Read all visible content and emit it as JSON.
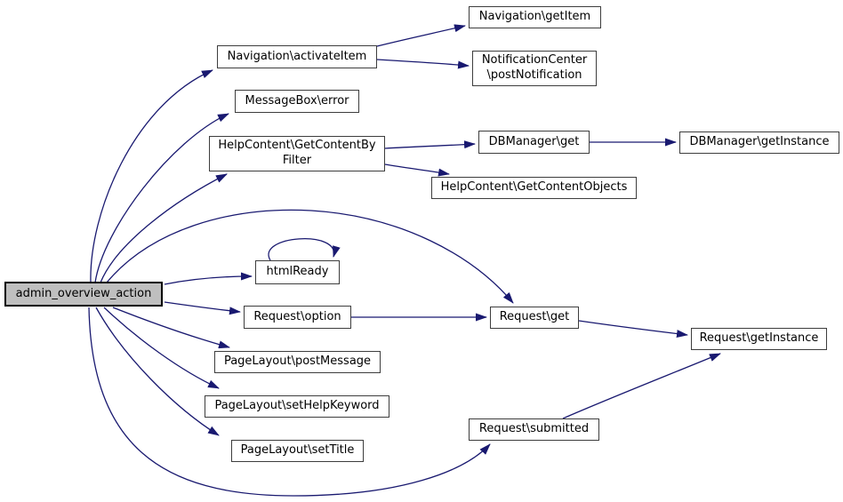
{
  "diagram": {
    "kind": "doxygen-call-graph",
    "edge_color": "#191970",
    "node_fill": "#ffffff",
    "node_border_color": "#3d3d3d",
    "root_node_fill": "#bfbfbf",
    "root_node_border_color": "#000000",
    "background": "#ffffff"
  },
  "nodes": [
    {
      "id": "admin_overview_action",
      "root": true,
      "lines": [
        "admin_overview_action"
      ]
    },
    {
      "id": "navigation-activateitem",
      "lines": [
        "Navigation\\activateItem"
      ]
    },
    {
      "id": "navigation-getitem",
      "lines": [
        "Navigation\\getItem"
      ]
    },
    {
      "id": "notificationcenter-postnotification",
      "lines": [
        "NotificationCenter",
        "\\postNotification"
      ]
    },
    {
      "id": "messagebox-error",
      "lines": [
        "MessageBox\\error"
      ]
    },
    {
      "id": "helpcontent-getcontentbyfilter",
      "lines": [
        "HelpContent\\GetContentBy",
        "Filter"
      ]
    },
    {
      "id": "dbmanager-get",
      "lines": [
        "DBManager\\get"
      ]
    },
    {
      "id": "dbmanager-getinstance",
      "lines": [
        "DBManager\\getInstance"
      ]
    },
    {
      "id": "helpcontent-getcontentobjects",
      "lines": [
        "HelpContent\\GetContentObjects"
      ]
    },
    {
      "id": "htmlready",
      "lines": [
        "htmlReady"
      ]
    },
    {
      "id": "request-option",
      "lines": [
        "Request\\option"
      ]
    },
    {
      "id": "request-get",
      "lines": [
        "Request\\get"
      ]
    },
    {
      "id": "request-getinstance",
      "lines": [
        "Request\\getInstance"
      ]
    },
    {
      "id": "pagelayout-postmessage",
      "lines": [
        "PageLayout\\postMessage"
      ]
    },
    {
      "id": "pagelayout-sethelpkeyword",
      "lines": [
        "PageLayout\\setHelpKeyword"
      ]
    },
    {
      "id": "pagelayout-settitle",
      "lines": [
        "PageLayout\\setTitle"
      ]
    },
    {
      "id": "request-submitted",
      "lines": [
        "Request\\submitted"
      ]
    }
  ],
  "edges": [
    {
      "from": "admin_overview_action",
      "to": "Navigation\\activateItem"
    },
    {
      "from": "admin_overview_action",
      "to": "MessageBox\\error"
    },
    {
      "from": "admin_overview_action",
      "to": "HelpContent\\GetContentByFilter"
    },
    {
      "from": "admin_overview_action",
      "to": "Request\\get"
    },
    {
      "from": "admin_overview_action",
      "to": "htmlReady"
    },
    {
      "from": "admin_overview_action",
      "to": "Request\\option"
    },
    {
      "from": "admin_overview_action",
      "to": "PageLayout\\postMessage"
    },
    {
      "from": "admin_overview_action",
      "to": "PageLayout\\setHelpKeyword"
    },
    {
      "from": "admin_overview_action",
      "to": "PageLayout\\setTitle"
    },
    {
      "from": "admin_overview_action",
      "to": "Request\\submitted"
    },
    {
      "from": "Navigation\\activateItem",
      "to": "Navigation\\getItem"
    },
    {
      "from": "Navigation\\activateItem",
      "to": "NotificationCenter\\postNotification"
    },
    {
      "from": "HelpContent\\GetContentByFilter",
      "to": "DBManager\\get"
    },
    {
      "from": "HelpContent\\GetContentByFilter",
      "to": "HelpContent\\GetContentObjects"
    },
    {
      "from": "DBManager\\get",
      "to": "DBManager\\getInstance"
    },
    {
      "from": "htmlReady",
      "to": "htmlReady"
    },
    {
      "from": "Request\\option",
      "to": "Request\\get"
    },
    {
      "from": "Request\\get",
      "to": "Request\\getInstance"
    },
    {
      "from": "Request\\submitted",
      "to": "Request\\getInstance"
    }
  ]
}
